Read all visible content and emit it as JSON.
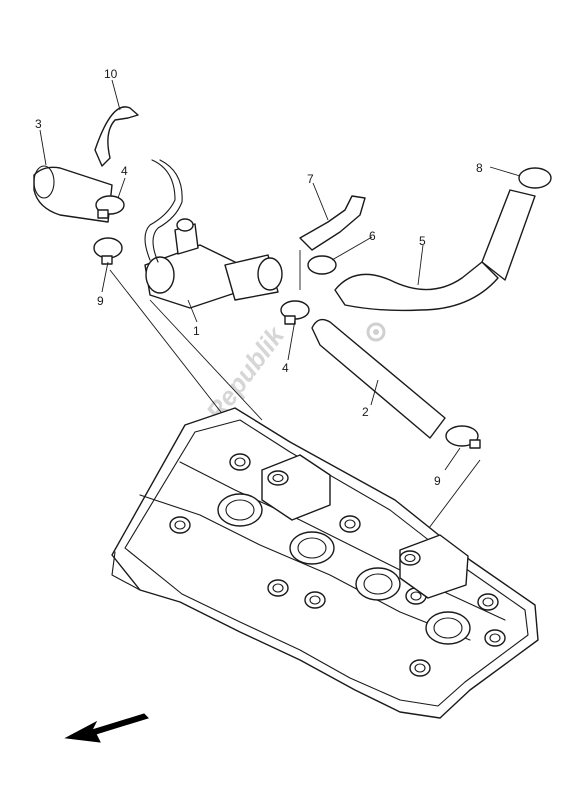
{
  "watermark": "PartsRepublik",
  "callouts": {
    "c10": "10",
    "c3": "3",
    "c4a": "4",
    "c9a": "9",
    "c1": "1",
    "c7": "7",
    "c6": "6",
    "c5": "5",
    "c8": "8",
    "c4b": "4",
    "c2": "2",
    "c9b": "9"
  },
  "icons": {
    "direction": "front-arrow-icon",
    "logo": "gear-logo"
  }
}
